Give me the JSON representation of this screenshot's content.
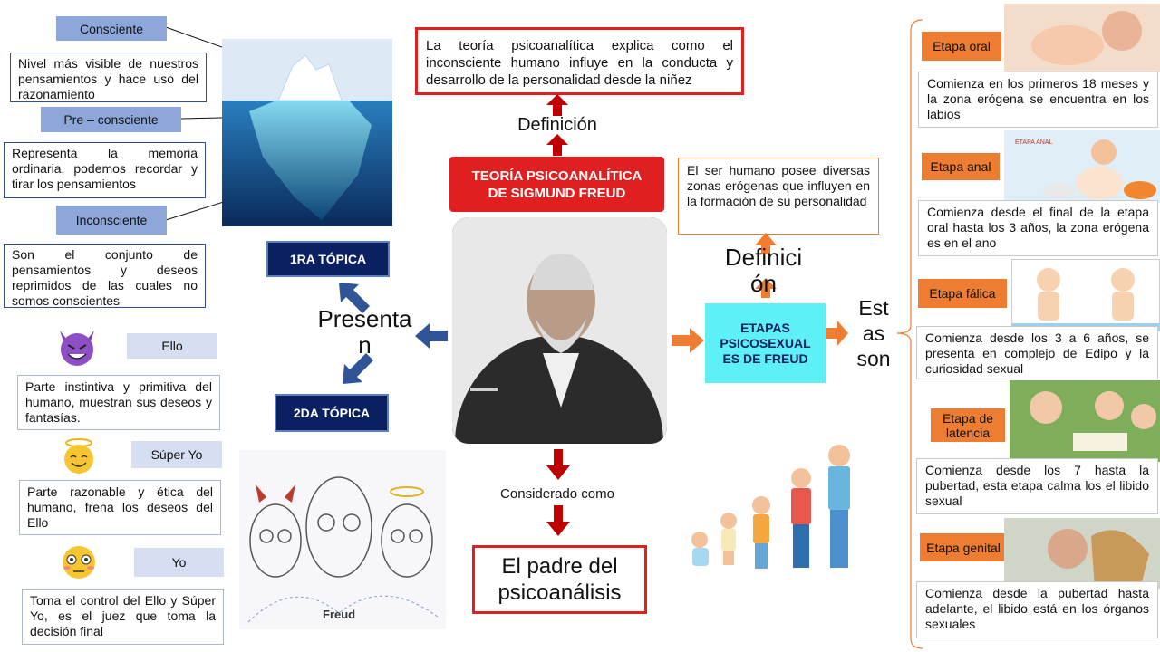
{
  "left": {
    "consciente": {
      "label": "Consciente",
      "desc": "Nivel más visible de nuestros pensamientos y hace uso del razonamiento"
    },
    "preconsciente": {
      "label": "Pre – consciente",
      "desc": "Representa la memoria ordinaria, podemos recordar y tirar los pensamientos"
    },
    "inconsciente": {
      "label": "Inconsciente",
      "desc": "Son el conjunto de pensamientos y deseos reprimidos de las cuales no somos conscientes"
    },
    "ello": {
      "label": "Ello",
      "desc": "Parte instintiva y primitiva del humano, muestran sus deseos y fantasías."
    },
    "superyo": {
      "label": "Súper Yo",
      "desc": "Parte razonable y ética del humano, frena los deseos del Ello"
    },
    "yo": {
      "label": "Yo",
      "desc": "Toma el control del Ello y Súper Yo, es el juez que toma la decisión final"
    }
  },
  "center": {
    "definition_text": "La teoría psicoanalítica explica como el inconsciente humano influye en la conducta y desarrollo de la personalidad desde la niñez",
    "definicion_label": "Definición",
    "title": "TEORÍA PSICOANALÍTICA DE SIGMUND FREUD",
    "presenta": "Presenta n",
    "topica1": "1RA TÓPICA",
    "topica2": "2DA TÓPICA",
    "considerado": "Considerado como",
    "padre": "El padre del psicoanálisis",
    "freud_caption": "Freud"
  },
  "right": {
    "zonas_text": "El ser humano posee diversas zonas erógenas que influyen en la formación de su personalidad",
    "definicion2": "Definici ón",
    "etapas_title": "ETAPAS PSICOSEXUAL ES DE FREUD",
    "estas_son": "Est as son",
    "stages": [
      {
        "name": "Etapa oral",
        "desc": "Comienza en los primeros 18 meses y la zona erógena se encuentra en los labios"
      },
      {
        "name": "Etapa anal",
        "desc": "Comienza desde el final de la etapa oral hasta los 3 años, la zona erógena es en el ano",
        "photo_caption": "ETAPA ANAL"
      },
      {
        "name": "Etapa fálica",
        "desc": "Comienza desde los 3 a 6 años, se presenta en complejo de Edipo y la curiosidad sexual"
      },
      {
        "name": "Etapa de latencia",
        "desc": "Comienza desde los 7 hasta la pubertad, esta etapa calma los el libido sexual"
      },
      {
        "name": "Etapa genital",
        "desc": "Comienza desde la pubertad hasta adelante, el libido está en los órganos sexuales"
      }
    ]
  },
  "colors": {
    "red": "#e02020",
    "orange": "#ee7d32",
    "cyan": "#5ef0f7",
    "navy": "#0b2060",
    "blue_arrow": "#2f5597"
  }
}
